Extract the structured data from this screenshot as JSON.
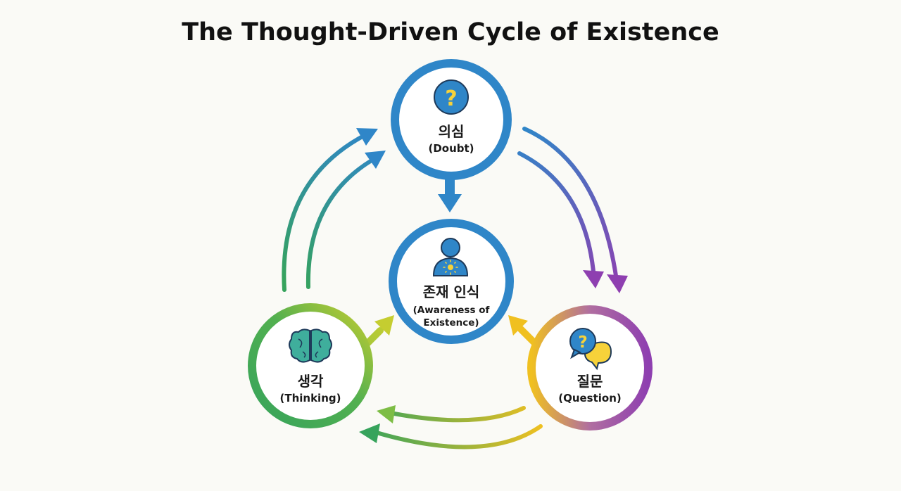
{
  "title": "The Thought-Driven Cycle of Existence",
  "nodes": {
    "doubt": {
      "label_ko": "의심",
      "label_en": "(Doubt)",
      "icon": "question-mark-icon",
      "color": "#2f86c8"
    },
    "awareness": {
      "label_ko": "존재 인식",
      "label_en": "(Awareness of Existence)",
      "icon": "person-light-icon",
      "color": "#2f86c8"
    },
    "question": {
      "label_ko": "질문",
      "label_en": "(Question)",
      "icon": "speech-bubbles-icon",
      "color_start": "#f0c020",
      "color_end": "#8e3fb0"
    },
    "thinking": {
      "label_ko": "생각",
      "label_en": "(Thinking)",
      "icon": "brain-icon",
      "color_start": "#36a35c",
      "color_end": "#c5cd30"
    }
  },
  "colors": {
    "blue": "#2f86c8",
    "purple": "#8e3fb0",
    "green": "#36a35c",
    "yellow": "#f0c020",
    "lime": "#c5cd30"
  }
}
